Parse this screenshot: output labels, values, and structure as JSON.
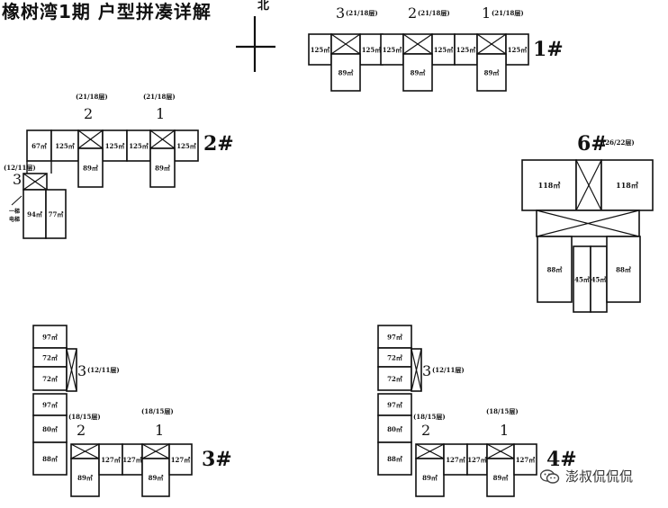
{
  "title": "橡树湾1期  户型拼凑详解",
  "north_label": "北",
  "watermark": "澎叔侃侃侃",
  "buildings": {
    "b1": {
      "label": "1#",
      "units": [
        {
          "no": "3",
          "floors": "(21/18层)"
        },
        {
          "no": "2",
          "floors": "(21/18层)"
        },
        {
          "no": "1",
          "floors": "(21/18层)"
        }
      ],
      "areas": [
        "125㎡",
        "125㎡",
        "89㎡",
        "125㎡",
        "125㎡",
        "89㎡",
        "125㎡",
        "125㎡",
        "89㎡"
      ]
    },
    "b2": {
      "label": "2#",
      "units": [
        {
          "no": "3",
          "floors": "(12/11层)"
        },
        {
          "no": "2",
          "floors": "(21/18层)"
        },
        {
          "no": "1",
          "floors": "(21/18层)"
        }
      ],
      "areas": [
        "67㎡",
        "125㎡",
        "125㎡",
        "89㎡",
        "125㎡",
        "125㎡",
        "89㎡",
        "94㎡",
        "77㎡"
      ],
      "note": "一梯\n电梯"
    },
    "b3": {
      "label": "3#",
      "units": [
        {
          "no": "3",
          "floors": "(12/11层)"
        },
        {
          "no": "2",
          "floors": "(18/15层)"
        },
        {
          "no": "1",
          "floors": "(18/15层)"
        }
      ],
      "areas": [
        "97㎡",
        "72㎡",
        "72㎡",
        "97㎡",
        "80㎡",
        "88㎡",
        "127㎡",
        "127㎡",
        "127㎡",
        "89㎡",
        "89㎡"
      ]
    },
    "b4": {
      "label": "4#",
      "units": [
        {
          "no": "3",
          "floors": "(12/11层)"
        },
        {
          "no": "2",
          "floors": "(18/15层)"
        },
        {
          "no": "1",
          "floors": "(18/15层)"
        }
      ],
      "areas": [
        "97㎡",
        "72㎡",
        "72㎡",
        "97㎡",
        "80㎡",
        "88㎡",
        "127㎡",
        "127㎡",
        "127㎡",
        "89㎡",
        "89㎡"
      ]
    },
    "b6": {
      "label": "6#",
      "floors": "(26/22层)",
      "areas": [
        "118㎡",
        "118㎡",
        "88㎡",
        "45㎡",
        "45㎡",
        "88㎡"
      ]
    }
  }
}
